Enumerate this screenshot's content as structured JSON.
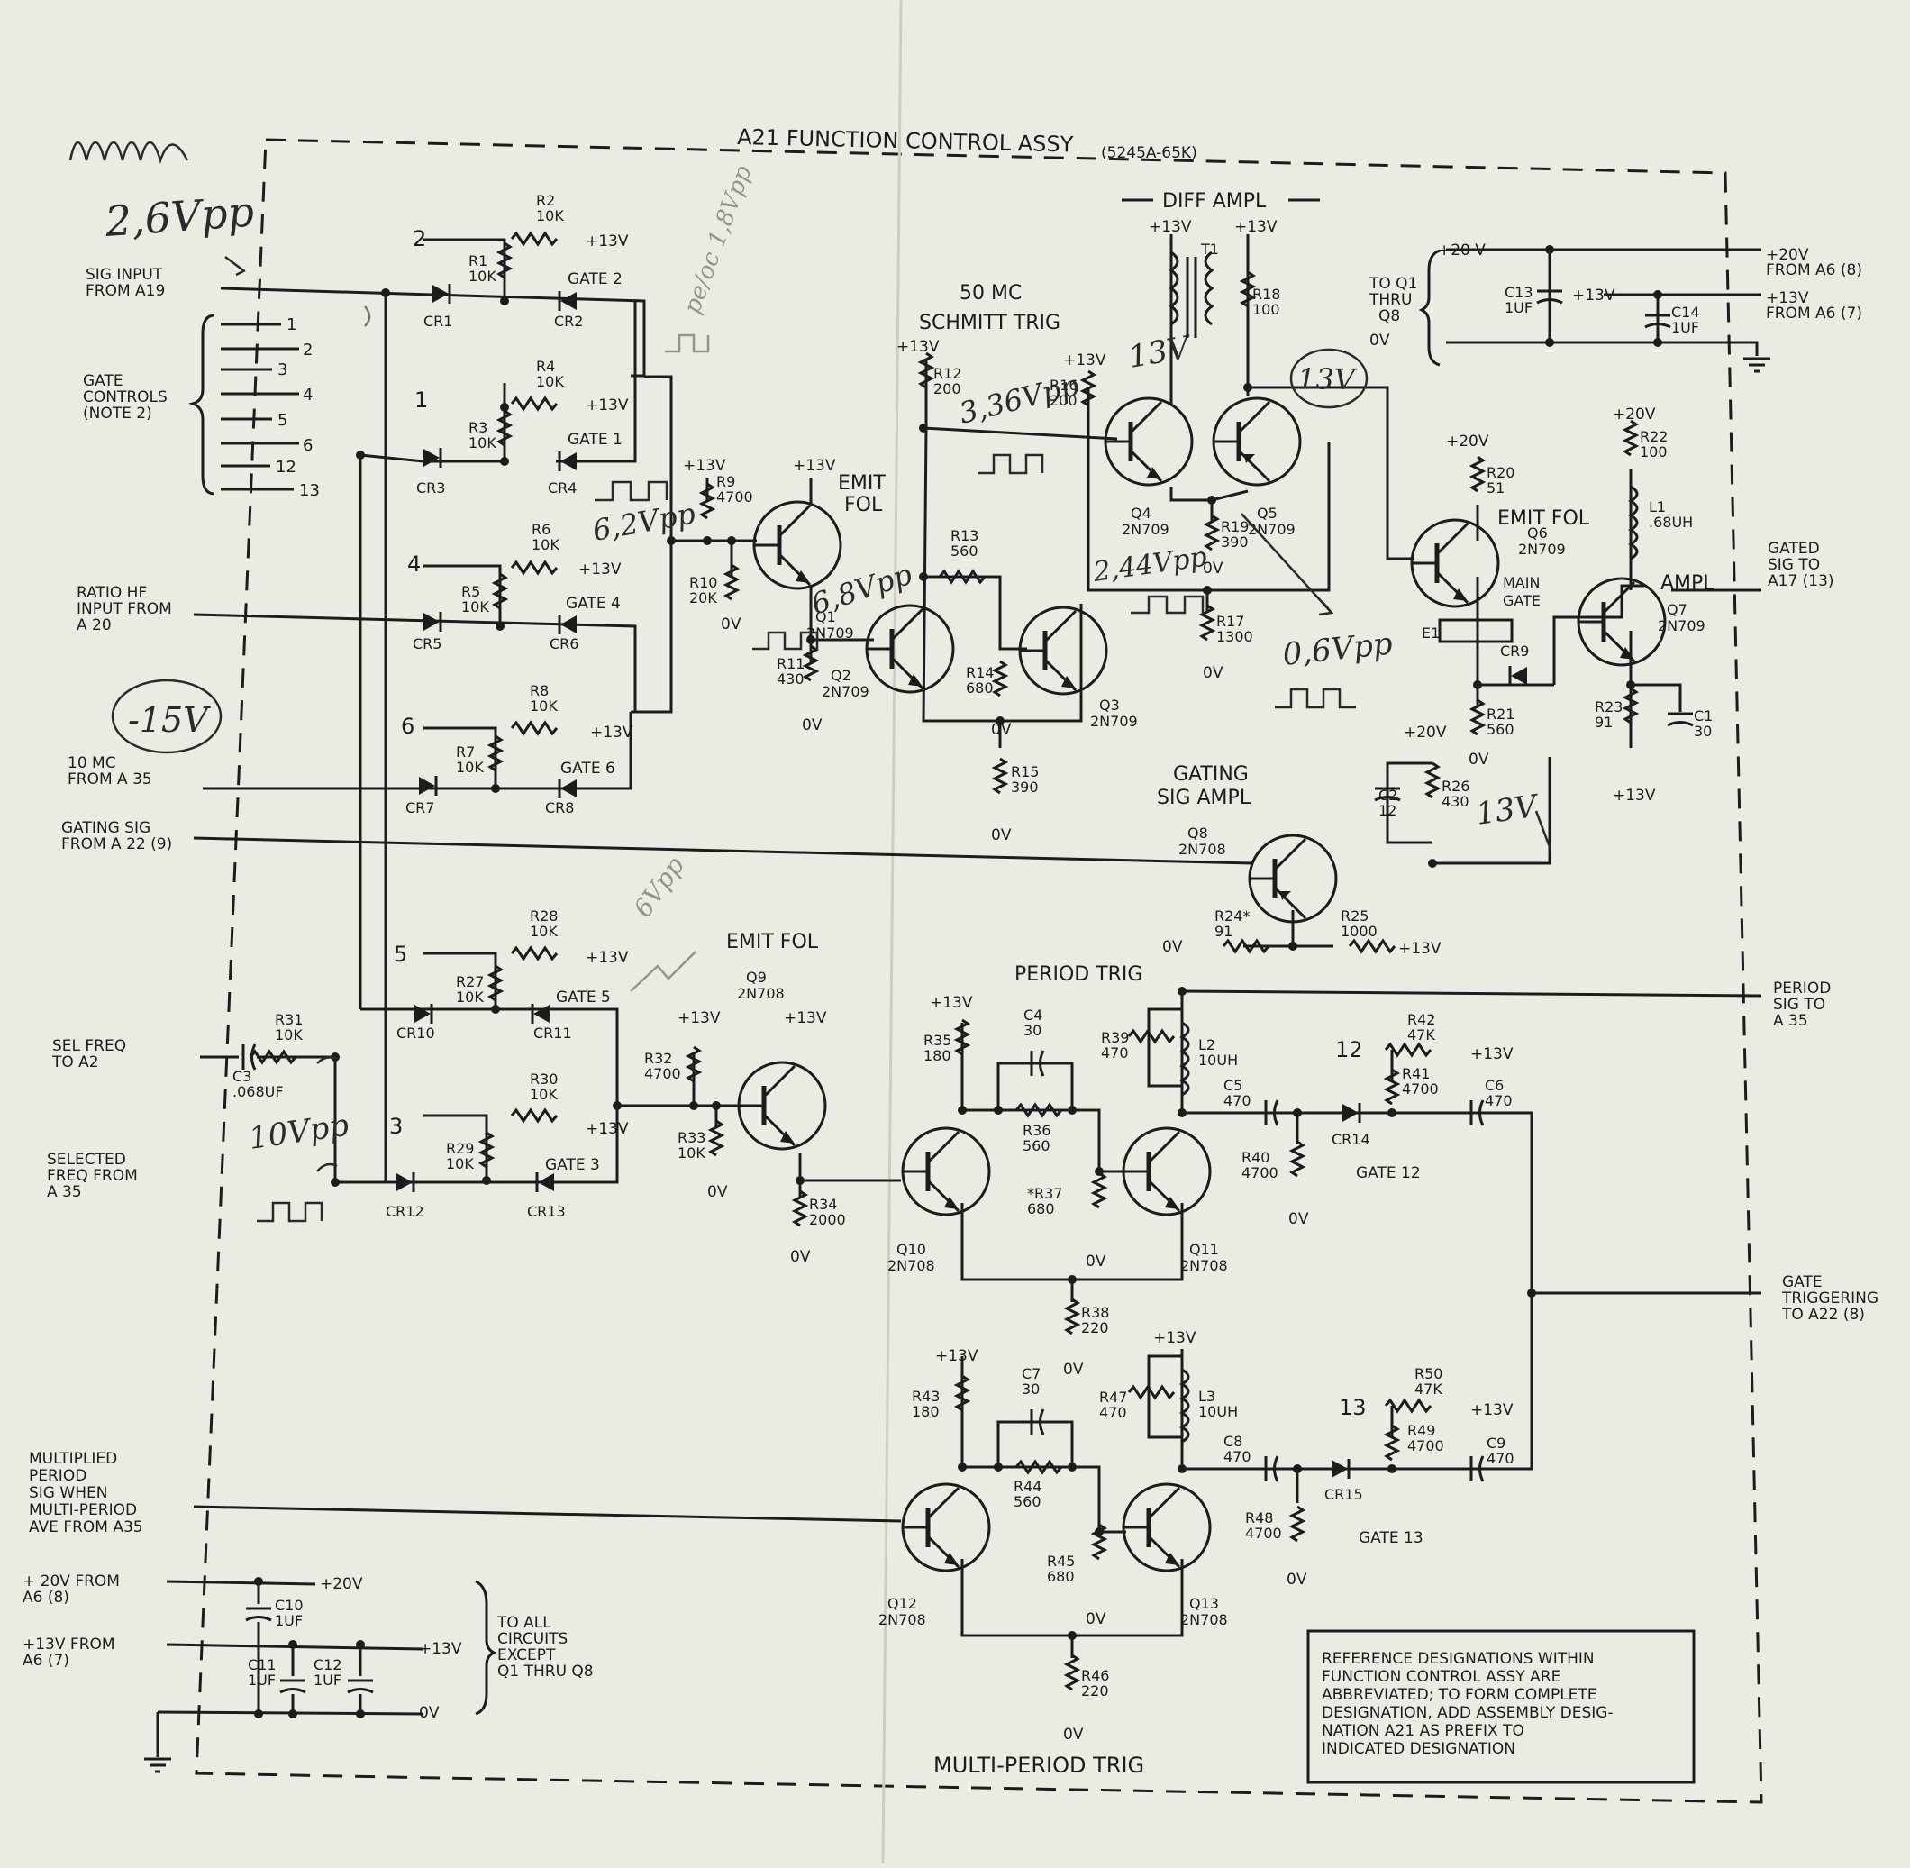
{
  "title": "A21 FUNCTION CONTROL ASSY",
  "part_number": "(5245A-65K)",
  "sections": {
    "diff_ampl": "DIFF AMPL",
    "schmitt_line1": "50 MC",
    "schmitt_line2": "SCHMITT TRIG",
    "emit_fol_q1": "EMIT",
    "emit_fol_q1b": "FOL",
    "emit_fol_q6": "EMIT FOL",
    "emit_fol_q9": "EMIT FOL",
    "ampl": "AMPL",
    "gating_line1": "GATING",
    "gating_line2": "SIG AMPL",
    "period_trig": "PERIOD TRIG",
    "multi_period_trig": "MULTI-PERIOD TRIG",
    "main_gate": "MAIN",
    "main_gate2": "GATE"
  },
  "inputs": {
    "sig_input": [
      "SIG INPUT",
      "FROM A19"
    ],
    "gate_controls": [
      "GATE",
      "CONTROLS",
      "(NOTE 2)"
    ],
    "gate_control_pins": [
      "1",
      "2",
      "3",
      "4",
      "5",
      "6",
      "12",
      "13"
    ],
    "ratio_hf": [
      "RATIO HF",
      "INPUT FROM",
      "A 20"
    ],
    "ten_mc": [
      "10 MC",
      "FROM A 35"
    ],
    "gating_sig": [
      "GATING SIG",
      "FROM A 22 (9)"
    ],
    "sel_freq": [
      "SEL FREQ",
      "TO A2"
    ],
    "selected_freq": [
      "SELECTED",
      "FREQ FROM",
      "A 35"
    ],
    "multiplied": [
      "MULTIPLIED",
      "PERIOD",
      "SIG WHEN",
      "MULTI-PERIOD",
      "AVE FROM A35"
    ],
    "p20v": [
      "+ 20V FROM",
      "A6 (8)"
    ],
    "p13v": [
      "+13V FROM",
      "A6 (7)"
    ]
  },
  "outputs": {
    "gated_sig": [
      "GATED",
      "SIG TO",
      "A17 (13)"
    ],
    "period_sig": [
      "PERIOD",
      "SIG TO",
      "A 35"
    ],
    "gate_triggering": [
      "GATE",
      "TRIGGERING",
      "TO A22 (8)"
    ],
    "from_a6_20": [
      "+20V",
      "FROM A6 (8)"
    ],
    "from_a6_13": [
      "+13V",
      "FROM A6 (7)"
    ],
    "to_q1_q8": [
      "TO Q1",
      "THRU",
      "Q8"
    ],
    "to_all": [
      "TO ALL",
      "CIRCUITS",
      "EXCEPT",
      "Q1 THRU Q8"
    ]
  },
  "rails": {
    "p20": "+20V",
    "p20b": "+20 V",
    "p13": "+13V",
    "zero": "0V"
  },
  "gates": {
    "g1": "GATE 1",
    "g2": "GATE 2",
    "g3": "GATE 3",
    "g4": "GATE 4",
    "g5": "GATE 5",
    "g6": "GATE 6",
    "g12": "GATE 12",
    "g13": "GATE 13"
  },
  "transistors": {
    "q1": [
      "Q1",
      "2N709"
    ],
    "q2": [
      "Q2",
      "2N709"
    ],
    "q3": [
      "Q3",
      "2N709"
    ],
    "q4": [
      "Q4",
      "2N709"
    ],
    "q5": [
      "Q5",
      "2N709"
    ],
    "q6": [
      "Q6",
      "2N709"
    ],
    "q7": [
      "Q7",
      "2N709"
    ],
    "q8": [
      "Q8",
      "2N708"
    ],
    "q9": [
      "Q9",
      "2N708"
    ],
    "q10": [
      "Q10",
      "2N708"
    ],
    "q11": [
      "Q11",
      "2N708"
    ],
    "q12": [
      "Q12",
      "2N708"
    ],
    "q13": [
      "Q13",
      "2N708"
    ]
  },
  "resistors": {
    "r1": [
      "R1",
      "10K"
    ],
    "r2": [
      "R2",
      "10K"
    ],
    "r3": [
      "R3",
      "10K"
    ],
    "r4": [
      "R4",
      "10K"
    ],
    "r5": [
      "R5",
      "10K"
    ],
    "r6": [
      "R6",
      "10K"
    ],
    "r7": [
      "R7",
      "10K"
    ],
    "r8": [
      "R8",
      "10K"
    ],
    "r9": [
      "R9",
      "4700"
    ],
    "r10": [
      "R10",
      "20K"
    ],
    "r11": [
      "R11",
      "430"
    ],
    "r12": [
      "R12",
      "200"
    ],
    "r13": [
      "R13",
      "560"
    ],
    "r14": [
      "R14",
      "680"
    ],
    "r15": [
      "R15",
      "390"
    ],
    "r16": [
      "R16",
      "200"
    ],
    "r17": [
      "R17",
      "1300"
    ],
    "r18": [
      "R18",
      "100"
    ],
    "r19": [
      "R19",
      "390"
    ],
    "r20": [
      "R20",
      "51"
    ],
    "r21": [
      "R21",
      "560"
    ],
    "r22": [
      "R22",
      "100"
    ],
    "r23": [
      "R23",
      "91"
    ],
    "r24": [
      "R24*",
      "91"
    ],
    "r25": [
      "R25",
      "1000"
    ],
    "r26": [
      "R26",
      "430"
    ],
    "r27": [
      "R27",
      "10K"
    ],
    "r28": [
      "R28",
      "10K"
    ],
    "r29": [
      "R29",
      "10K"
    ],
    "r30": [
      "R30",
      "10K"
    ],
    "r31": [
      "R31",
      "10K"
    ],
    "r32": [
      "R32",
      "4700"
    ],
    "r33": [
      "R33",
      "10K"
    ],
    "r34": [
      "R34",
      "2000"
    ],
    "r35": [
      "R35",
      "180"
    ],
    "r36": [
      "R36",
      "560"
    ],
    "r37": [
      "*R37",
      "680"
    ],
    "r38": [
      "R38",
      "220"
    ],
    "r39": [
      "R39",
      "470"
    ],
    "r40": [
      "R40",
      "4700"
    ],
    "r41": [
      "R41",
      "4700"
    ],
    "r42": [
      "R42",
      "47K"
    ],
    "r43": [
      "R43",
      "180"
    ],
    "r44": [
      "R44",
      "560"
    ],
    "r45": [
      "R45",
      "680"
    ],
    "r46": [
      "R46",
      "220"
    ],
    "r47": [
      "R47",
      "470"
    ],
    "r48": [
      "R48",
      "4700"
    ],
    "r49": [
      "R49",
      "4700"
    ],
    "r50": [
      "R50",
      "47K"
    ]
  },
  "capacitors": {
    "c1": [
      "C1",
      "30"
    ],
    "c2": [
      "C2",
      "12"
    ],
    "c3": [
      "C3",
      ".068UF"
    ],
    "c4": [
      "C4",
      "30"
    ],
    "c5": [
      "C5",
      "470"
    ],
    "c6": [
      "C6",
      "470"
    ],
    "c7": [
      "C7",
      "30"
    ],
    "c8": [
      "C8",
      "470"
    ],
    "c9": [
      "C9",
      "470"
    ],
    "c10": [
      "C10",
      "1UF"
    ],
    "c11": [
      "C11",
      "1UF"
    ],
    "c12": [
      "C12",
      "1UF"
    ],
    "c13": [
      "C13",
      "1UF"
    ],
    "c14": [
      "C14",
      "1UF"
    ]
  },
  "inductors": {
    "l1": [
      "L1",
      ".68UH"
    ],
    "l2": [
      "L2",
      "10UH"
    ],
    "l3": [
      "L3",
      "10UH"
    ],
    "t1": "T1",
    "e1": "E1"
  },
  "diodes": {
    "cr1": "CR1",
    "cr2": "CR2",
    "cr3": "CR3",
    "cr4": "CR4",
    "cr5": "CR5",
    "cr6": "CR6",
    "cr7": "CR7",
    "cr8": "CR8",
    "cr9": "CR9",
    "cr10": "CR10",
    "cr11": "CR11",
    "cr12": "CR12",
    "cr13": "CR13",
    "cr14": "CR14",
    "cr15": "CR15"
  },
  "note": [
    "REFERENCE DESIGNATIONS WITHIN",
    "FUNCTION CONTROL ASSY ARE",
    "ABBREVIATED; TO FORM COMPLETE",
    "DESIGNATION, ADD ASSEMBLY DESIG-",
    "NATION A21 AS PREFIX TO",
    "INDICATED DESIGNATION"
  ],
  "annotations": {
    "a1": "2,6Vpp",
    "a2": "-15V",
    "a3": "6,2Vpp",
    "a4": "6,8Vpp",
    "a5": "3,36Vpp",
    "a6": "13V",
    "a7": "13V",
    "a8": "2,44Vpp",
    "a9": "0,6Vpp",
    "a10": "13V",
    "a11": "10Vpp",
    "a12": "6Vpp",
    "a13": "pe/oc 1,8Vpp"
  }
}
